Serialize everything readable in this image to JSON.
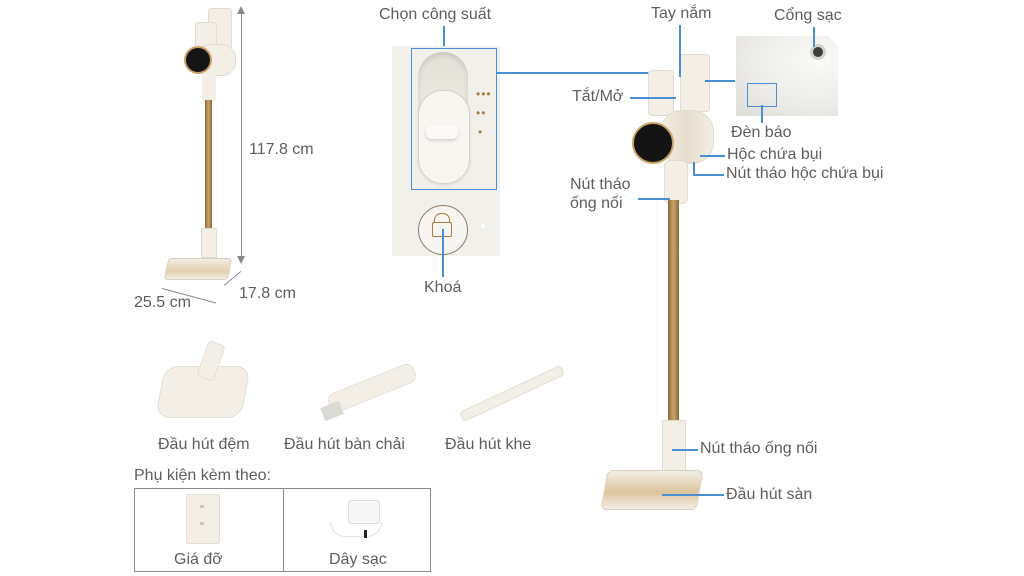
{
  "dimensions": {
    "height": "117.8 cm",
    "width": "25.5 cm",
    "depth": "17.8 cm"
  },
  "detail_panel": {
    "power_select_label": "Chọn công suất",
    "lock_label": "Khoá",
    "power_levels": [
      "•••",
      "••",
      "•"
    ]
  },
  "main_labels": {
    "handle": "Tay nắm",
    "charge_port": "Cổng sạc",
    "on_off": "Tắt/Mở",
    "indicator_light": "Đèn báo",
    "dust_bin": "Hộc chứa bụi",
    "dust_bin_release": "Nút tháo hộc chứa bụi",
    "tube_release_top_line1": "Nút tháo",
    "tube_release_top_line2": "ống nối",
    "tube_release_bottom": "Nút tháo ống nối",
    "floor_head": "Đầu hút sàn"
  },
  "attachments": [
    {
      "label": "Đầu hút đệm"
    },
    {
      "label": "Đầu hút bàn chải"
    },
    {
      "label": "Đầu hút khe"
    }
  ],
  "accessories": {
    "title": "Phụ kiện kèm theo:",
    "items": [
      {
        "label": "Giá đỡ"
      },
      {
        "label": "Dây sạc"
      }
    ]
  },
  "colors": {
    "leader_line": "#4a8fd4",
    "body": "#f3efe6",
    "tube": "#b48a55",
    "text": "#5e5e5e"
  }
}
